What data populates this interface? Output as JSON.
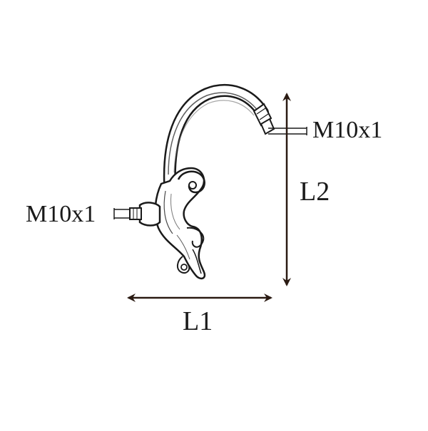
{
  "colors": {
    "outline": "#1a1a1a",
    "arrow": "#2a1a12",
    "metal_fill": "#ffffff"
  },
  "labels": {
    "thread_top": "M10x1",
    "thread_left": "M10x1",
    "length_1": "L1",
    "length_2": "L2"
  }
}
